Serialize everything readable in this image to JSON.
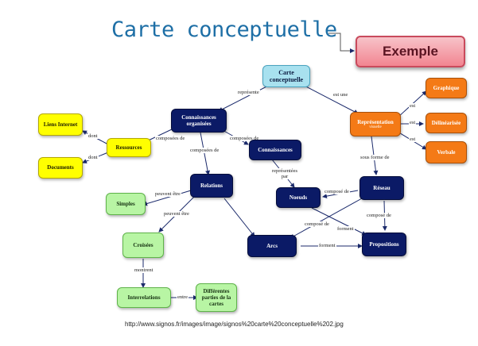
{
  "title": "Carte conceptuelle",
  "badge": "Exemple",
  "source_url": "http://www.signos.fr/images/image/signos%20carte%20conceptuelle%202.jpg",
  "nodes": {
    "carte": "Carte conceptuelle",
    "connaissances_organisees": "Connaissances organisées",
    "representation": "Représentation",
    "representation_sub": "visuelle",
    "graphique": "Graphique",
    "delinearisee": "Délinéarisée",
    "verbale": "Verbale",
    "liens": "Liens Internet",
    "ressources": "Ressources",
    "documents": "Documents",
    "connaissances": "Connaissances",
    "relations": "Relations",
    "noeuds": "Noeuds",
    "reseau": "Réseau",
    "simples": "Simples",
    "croisees": "Croisées",
    "arcs": "Arcs",
    "propositions": "Propositions",
    "interrelations": "Interrelations",
    "differentes": "Différentes parties de la cartes"
  },
  "labels": {
    "represente": "représente",
    "est_une": "est une",
    "est1": "est",
    "est2": "est",
    "est3": "est",
    "dont1": "dont",
    "dont2": "dont",
    "composees_de1": "composées de",
    "composees_de2": "composées de",
    "composees_de3": "composées de",
    "representees_par": "représentées par",
    "sous_forme_de": "sous forme de",
    "compose_de1": "composé de",
    "compose_de2": "composé de",
    "compose_de3": "composé de",
    "peuvent_etre1": "peuvent être",
    "peuvent_etre2": "peuvent être",
    "forment1": "forment",
    "forment2": "forment",
    "montrent": "montrent",
    "entre": "entre"
  },
  "colors": {
    "navy": "#0b1a66",
    "cyan": "#a8e1ef",
    "yellow": "#ffff00",
    "green": "#b8f5a4",
    "orange": "#f47a16",
    "title": "#1e6fa6",
    "badge": "#f28591"
  }
}
